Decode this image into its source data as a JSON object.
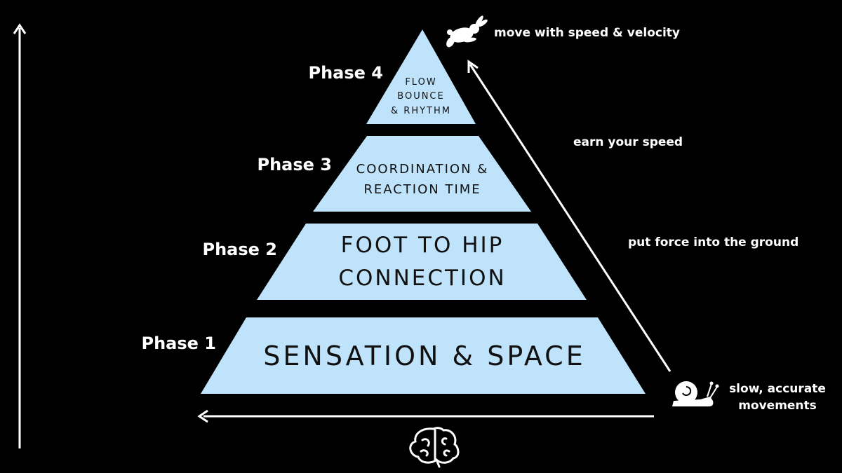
{
  "colors": {
    "background": "#000000",
    "tier_fill": "#bfe3fb",
    "tier_text": "#111111",
    "label_text": "#ffffff",
    "arrow": "#ffffff"
  },
  "phases": [
    {
      "label": "Phase 1",
      "lines": [
        "SENSATION & SPACE"
      ]
    },
    {
      "label": "Phase 2",
      "lines": [
        "FOOT TO HIP",
        "CONNECTION"
      ]
    },
    {
      "label": "Phase 3",
      "lines": [
        "COORDINATION &",
        "REACTION TIME"
      ]
    },
    {
      "label": "Phase 4",
      "lines": [
        "FLOW",
        "BOUNCE",
        "& RHYTHM"
      ]
    }
  ],
  "annotations": {
    "top": "move with speed & velocity",
    "middle_upper": "earn your speed",
    "middle_lower": "put force into the ground",
    "bottom_line1": "slow, accurate",
    "bottom_line2": "movements"
  },
  "icons": {
    "top": "rabbit-icon",
    "bottom": "snail-icon",
    "base": "brain-icon"
  }
}
